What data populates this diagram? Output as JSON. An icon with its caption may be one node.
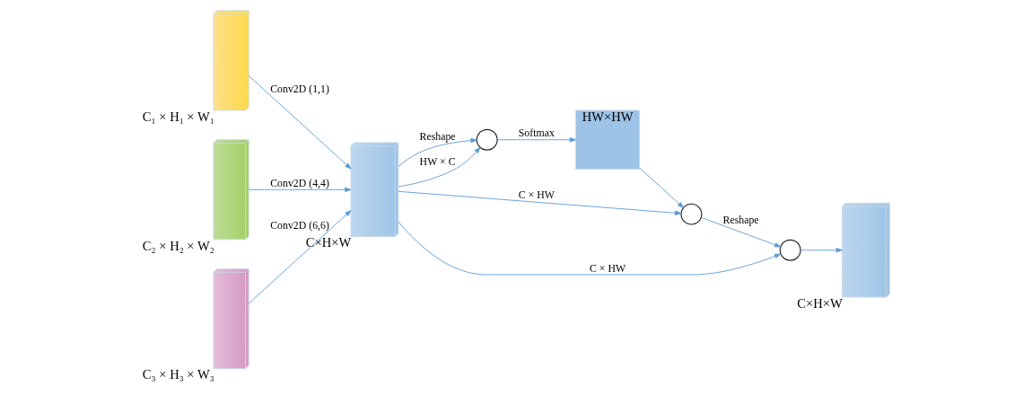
{
  "diagram": {
    "nodes": [
      {
        "text": [],
        "shape": "box",
        "beside": [
          "C₁ × H₁ × W₁"
        ]
      },
      {
        "text": [],
        "shape": "box",
        "beside": [
          "C₂ × H₂ × W₂"
        ]
      },
      {
        "text": [],
        "shape": "box",
        "beside": [
          "C₃ × H₃ × W₃"
        ]
      },
      {
        "text": [],
        "shape": "box",
        "beside": [
          "C×H×W"
        ]
      },
      {
        "text": [],
        "shape": "circle"
      },
      {
        "text": [
          "HW×HW"
        ]
      },
      {
        "text": [],
        "shape": "circle"
      },
      {
        "text": [],
        "shape": "circle"
      },
      {
        "text": [],
        "shape": "box",
        "beside": [
          "C×H×W"
        ]
      }
    ],
    "edges": [
      {
        "from": 0,
        "to": 3,
        "arrow": "to",
        "label": "Conv2D (1,1)"
      },
      {
        "from": 1,
        "to": 3,
        "arrow": "to",
        "label": "Conv2D (4,4)"
      },
      {
        "from": 2,
        "to": 3,
        "arrow": "to",
        "label": "Conv2D (6,6)"
      },
      {
        "from": 3,
        "to": 4,
        "arrow": "to",
        "label": "Reshape"
      },
      {
        "from": 3,
        "to": 4,
        "arrow": "to",
        "label": "HW × C"
      },
      {
        "from": 4,
        "to": 5,
        "arrow": "to",
        "label": "Softmax"
      },
      {
        "from": 5,
        "to": 6,
        "arrow": "to"
      },
      {
        "from": 3,
        "to": 6,
        "arrow": "to",
        "label": "C × HW"
      },
      {
        "from": 6,
        "to": 7,
        "arrow": "to",
        "label": "Reshape"
      },
      {
        "from": 3,
        "to": 7,
        "arrow": "to",
        "label": "C × HW"
      },
      {
        "from": 7,
        "to": 8,
        "arrow": "to"
      }
    ]
  }
}
